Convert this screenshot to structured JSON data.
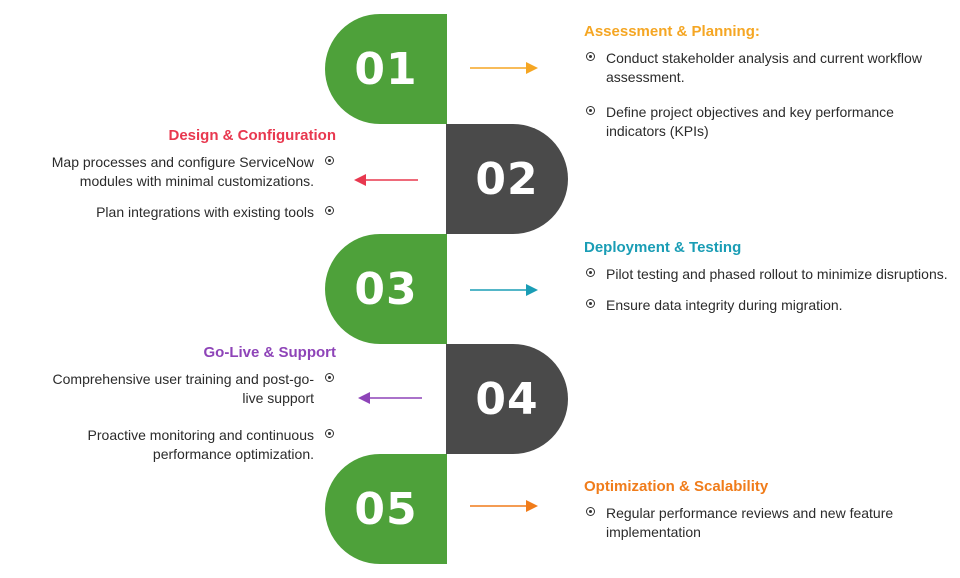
{
  "steps": [
    {
      "num": "01",
      "title": "Assessment & Planning:",
      "color": "#f5a623",
      "items": [
        "Conduct stakeholder analysis and current workflow assessment.",
        "Define project objectives and key performance indicators (KPIs)"
      ]
    },
    {
      "num": "02",
      "title": "Design & Configuration",
      "color": "#e8384f",
      "items": [
        "Map processes and configure ServiceNow modules with minimal customizations.",
        "Plan integrations with existing tools"
      ]
    },
    {
      "num": "03",
      "title": "Deployment & Testing",
      "color": "#1a9db5",
      "items": [
        "Pilot testing and phased rollout to minimize disruptions.",
        "Ensure data integrity during migration."
      ]
    },
    {
      "num": "04",
      "title": "Go-Live & Support",
      "color": "#8e44b8",
      "items": [
        "Comprehensive user training and post-go-live support",
        "Proactive monitoring and continuous performance optimization."
      ]
    },
    {
      "num": "05",
      "title": "Optimization & Scalability",
      "color": "#f07c1a",
      "items": [
        "Regular performance reviews and new feature implementation"
      ]
    }
  ],
  "colors": {
    "green": "#4ea13a",
    "dark": "#4a4a4a"
  }
}
